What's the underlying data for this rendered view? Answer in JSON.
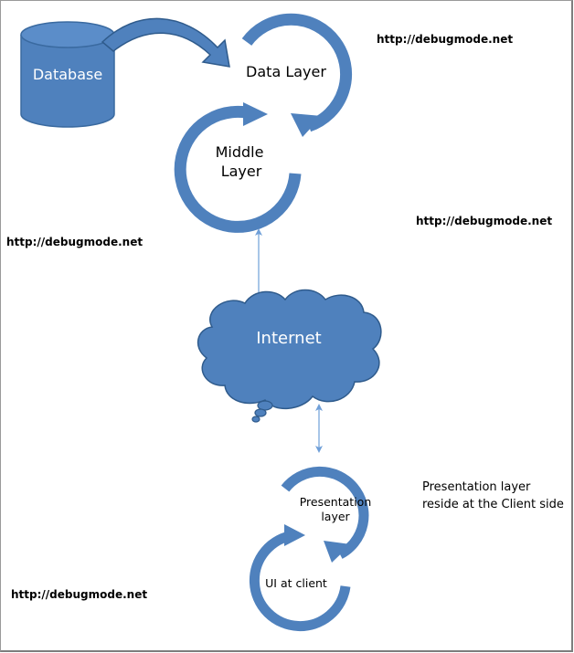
{
  "colors": {
    "primary": "#4f81bd",
    "outline": "#2f5b8c",
    "connector": "#6f9fd8",
    "text_dark": "#000000",
    "text_light": "#ffffff"
  },
  "nodes": {
    "database": "Database",
    "data_layer": "Data Layer",
    "middle_layer_line1": "Middle",
    "middle_layer_line2": "Layer",
    "internet": "Internet",
    "presentation_line1": "Presentation",
    "presentation_line2": "layer",
    "ui_client": "UI at client"
  },
  "annotation": {
    "line1": "Presentation layer",
    "line2": "reside at the Client side"
  },
  "watermarks": {
    "top_right": "http://debugmode.net",
    "mid_right": "http://debugmode.net",
    "mid_left": "http://debugmode.net",
    "bottom_left": "http://debugmode.net"
  }
}
